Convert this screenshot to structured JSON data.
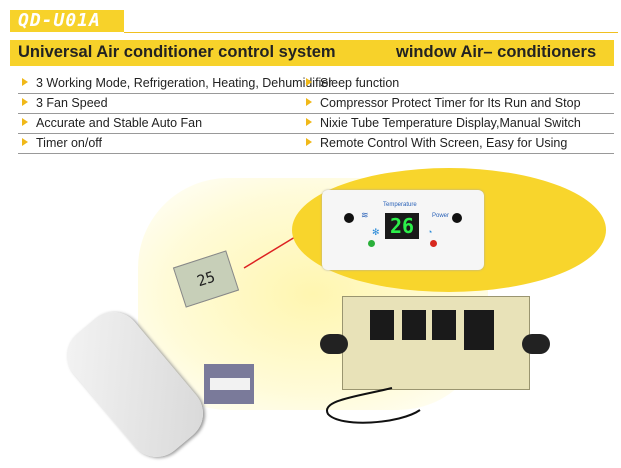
{
  "model_code": "QD-U01A",
  "title": {
    "left": "Universal Air conditioner control system",
    "right": "window Air– conditioners"
  },
  "features": [
    {
      "left": "3 Working Mode, Refrigeration, Heating, Dehumidifier",
      "right": "Sleep function"
    },
    {
      "left": "3 Fan Speed",
      "right": "Compressor Protect Timer for Its Run and Stop"
    },
    {
      "left": "Accurate and Stable Auto Fan",
      "right": "Nixie Tube Temperature Display,Manual Switch"
    },
    {
      "left": "Timer on/off",
      "right": "Remote Control With Screen, Easy for Using"
    }
  ],
  "panel": {
    "temperature_label": "Temperature",
    "power_label": "Power",
    "display_value": "26"
  },
  "remote": {
    "screen_value": "25"
  },
  "colors": {
    "accent": "#f7d22a",
    "bullet": "#f0b818",
    "display_digits": "#2cf04a"
  }
}
